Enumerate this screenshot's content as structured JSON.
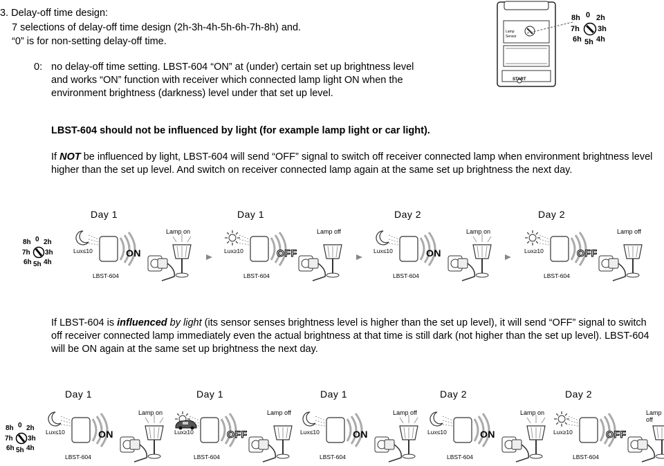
{
  "section": {
    "heading": "3. Delay-off time design:",
    "line2": "7 selections of delay-off time design (2h-3h-4h-5h-6h-7h-8h) and.",
    "line3": "“0” is for non-setting delay-off time.",
    "zero_label": "0:",
    "zero_p1": "no delay-off time setting. LBST-604 “ON” at (under) certain set up brightness level",
    "zero_p2": "and works “ON” function with receiver which connected lamp light ON when the",
    "zero_p3": "environment brightness (darkness) level under that set up level."
  },
  "bold_note": "LBST-604 should not be influenced by light (for example lamp light or car light).",
  "para_not": {
    "pre": "If ",
    "em": "NOT",
    "rest": " be influenced by light, LBST-604 will send “OFF” signal to switch off receiver connected lamp when environment brightness level higher than the set up level. And switch on receiver connected lamp again at the same set up brightness the next day."
  },
  "para_influenced": {
    "pre": "If LBST-604 is ",
    "em1": "influenced",
    "mid": " by light",
    "rest": " (its sensor senses brightness level is higher than the set up level), it will send “OFF” signal to switch off receiver connected lamp immediately even the actual brightness at that time is still dark (not higher than the set up level). LBST-604 will be ON again at the same set up brightness the next day."
  },
  "dial": {
    "top": "8h",
    "top_mid": "0",
    "top_right": "2h",
    "left": "7h",
    "right": "3h",
    "bot_left": "6h",
    "bot_mid": "5h",
    "bot_right": "4h"
  },
  "device_panel": {
    "start": "START",
    "lamp": "Lamp",
    "sensor": "Sensor"
  },
  "fig1": {
    "days": [
      "Day 1",
      "Day 1",
      "Day 2",
      "Day 2"
    ],
    "lux": [
      "Lux≤10",
      "Lux≥10",
      "Lux≤10",
      "Lux≥10"
    ],
    "signal": [
      "ON",
      "OFF",
      "ON",
      "OFF"
    ],
    "lamp": [
      "Lamp on",
      "Lamp off",
      "Lamp on",
      "Lamp off"
    ],
    "model": [
      "LBST-604",
      "LBST-604",
      "LBST-604",
      "LBST-604"
    ]
  },
  "fig2": {
    "days": [
      "Day 1",
      "Day 1",
      "Day 1",
      "Day 2",
      "Day 2"
    ],
    "lux": [
      "Lux≤10",
      "Lux≥10",
      "Lux≤10",
      "Lux≤10",
      "Lux≥10"
    ],
    "signal": [
      "ON",
      "OFF",
      "ON",
      "ON",
      "OFF"
    ],
    "lamp": [
      "Lamp on",
      "Lamp off",
      "Lamp off",
      "Lamp on",
      "Lamp off"
    ],
    "model": [
      "LBST-604",
      "LBST-604",
      "LBST-604",
      "LBST-604",
      "LBST-604"
    ]
  }
}
